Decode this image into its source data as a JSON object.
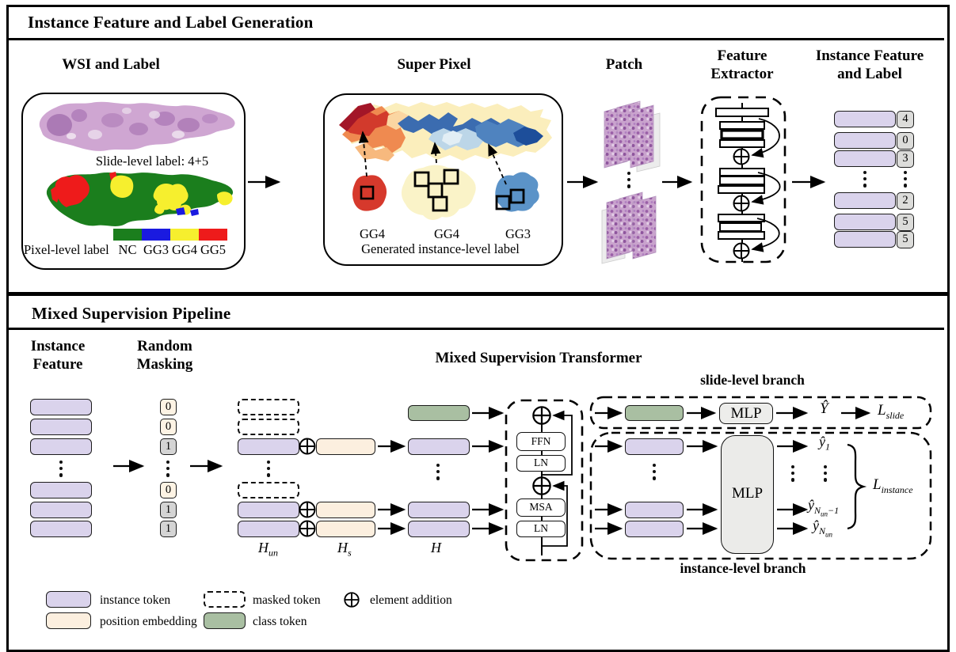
{
  "colors": {
    "instance_token": "#dad3ec",
    "position_embedding": "#fcefdf",
    "class_token": "#a9bfa2",
    "mask_zero": "#fdf3e4",
    "mask_one": "#d4d4d4",
    "label_chip": "#dcdcda",
    "mlp_fill": "#ededeb",
    "nc": "#1b7e1d",
    "gg3": "#1a1ae0",
    "gg4": "#f6ef2e",
    "gg5": "#ee1b1b",
    "blob_red": "#d6392c",
    "blob_yellow": "#faf3c8",
    "blob_blue": "#5b93c8",
    "superpixel_palette": [
      "#a31628",
      "#d23a2c",
      "#ef8a50",
      "#f7b97e",
      "#fbd6a2",
      "#fbeebc",
      "#3b6cb0",
      "#4f83bf",
      "#bcd6e8",
      "#e2eef5",
      "#1d4e9a"
    ]
  },
  "top_panel": {
    "title": "Instance Feature and Label Generation",
    "wsi": {
      "header": "WSI and Label",
      "slide_label": "Slide-level label: 4+5",
      "pixel_label": "Pixel-level label",
      "classes": [
        "NC",
        "GG3",
        "GG4",
        "GG5"
      ]
    },
    "superpixel": {
      "header": "Super Pixel",
      "instance_labels": [
        "GG4",
        "GG4",
        "GG3"
      ],
      "caption": "Generated instance-level label"
    },
    "patch": {
      "header": "Patch"
    },
    "feature_extractor": {
      "header_line1": "Feature",
      "header_line2": "Extractor"
    },
    "instance_feature": {
      "header_line1": "Instance Feature",
      "header_line2": "and Label",
      "labels": [
        "4",
        "0",
        "3",
        "2",
        "5",
        "5"
      ]
    }
  },
  "bottom_panel": {
    "title": "Mixed Supervision Pipeline",
    "instance_feature_header": [
      "Instance",
      "Feature"
    ],
    "random_masking_header": [
      "Random",
      "Masking"
    ],
    "mask_values": [
      "0",
      "0",
      "1",
      "0",
      "1",
      "1"
    ],
    "math": {
      "h_un_base": "H",
      "h_un_sub": "un",
      "h_s_base": "H",
      "h_s_sub": "s",
      "h": "H"
    },
    "transformer": {
      "title": "Mixed Supervision Transformer",
      "blocks": [
        "FFN",
        "LN",
        "MSA",
        "LN"
      ]
    },
    "slide_branch": {
      "label": "slide-level branch",
      "mlp": "MLP",
      "y_hat": "Ŷ",
      "loss_base": "L",
      "loss_sub": "slide"
    },
    "instance_branch": {
      "label": "instance-level branch",
      "mlp": "MLP",
      "y1_base": "ŷ",
      "y1_sub": "1",
      "yn1_base": "ŷ",
      "yn1_subN": "N",
      "yn1_subsub": "un",
      "yn1_trail": "−1",
      "yn_base": "ŷ",
      "yn_subN": "N",
      "yn_subsub": "un",
      "loss_base": "L",
      "loss_sub": "instance"
    }
  },
  "legend": {
    "instance_token": "instance token",
    "position_embedding": "position embedding",
    "masked_token": "masked token",
    "class_token": "class token",
    "element_addition": "element addition"
  }
}
